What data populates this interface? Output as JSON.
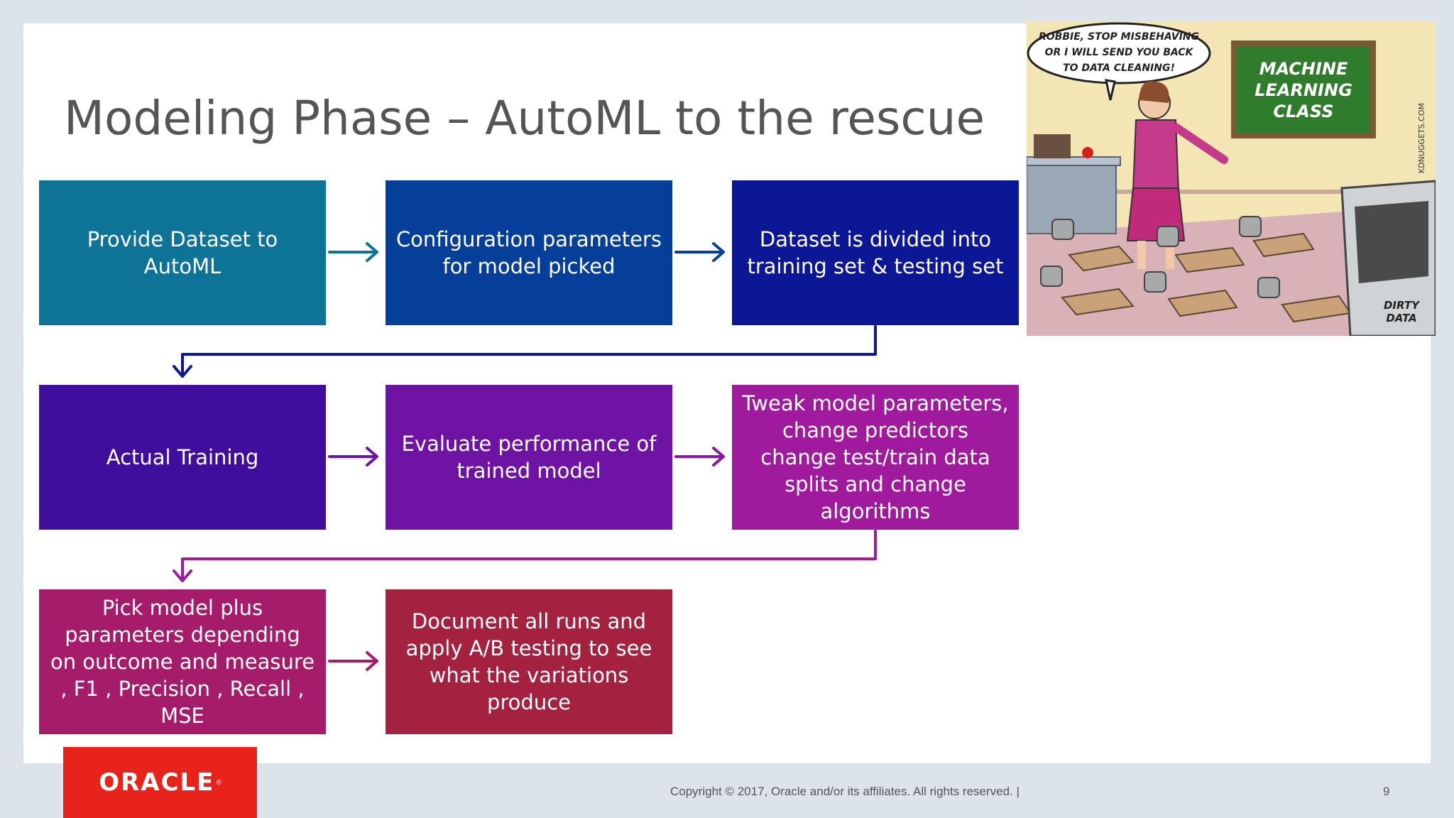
{
  "slide": {
    "title": "Modeling Phase – AutoML to the rescue"
  },
  "flow": {
    "steps": [
      {
        "text": "Provide Dataset to AutoML",
        "color": "#0e7497"
      },
      {
        "text": "Configuration parameters for model picked",
        "color": "#053f99"
      },
      {
        "text": "Dataset is divided into training set & testing set",
        "color": "#0b1795"
      },
      {
        "text": "Actual Training",
        "color": "#3f0e9d"
      },
      {
        "text": "Evaluate performance of trained model",
        "color": "#6f13a4"
      },
      {
        "text": "Tweak model parameters, change predictors change test/train data splits and change algorithms",
        "color": "#a01a9e"
      },
      {
        "text": "Pick model plus parameters depending on outcome and measure , F1 , Precision , Recall , MSE",
        "color": "#a41c6a"
      },
      {
        "text": "Document all runs and apply A/B testing to see what the variations produce",
        "color": "#a52140"
      }
    ],
    "arrow_colors": {
      "row1": "#0e7497",
      "row1b": "#053f99",
      "connector1": "#0b1795",
      "row2": "#6f13a4",
      "row2b": "#8a17a1",
      "connector2": "#a01a9e",
      "row3": "#a41c6a"
    }
  },
  "cartoon": {
    "speech": [
      "ROBBIE, STOP MISBEHAVING",
      "OR I WILL SEND YOU BACK",
      "TO DATA CLEANING!"
    ],
    "board": [
      "MACHINE",
      "LEARNING",
      "CLASS"
    ],
    "bin_label": [
      "DIRTY",
      "DATA"
    ],
    "credit": "KDNUGGETS.COM"
  },
  "footer": {
    "logo": "ORACLE",
    "logo_mark": "®",
    "copyright": "Copyright © 2017, Oracle and/or its affiliates. All rights reserved.  |",
    "page_number": "9"
  }
}
